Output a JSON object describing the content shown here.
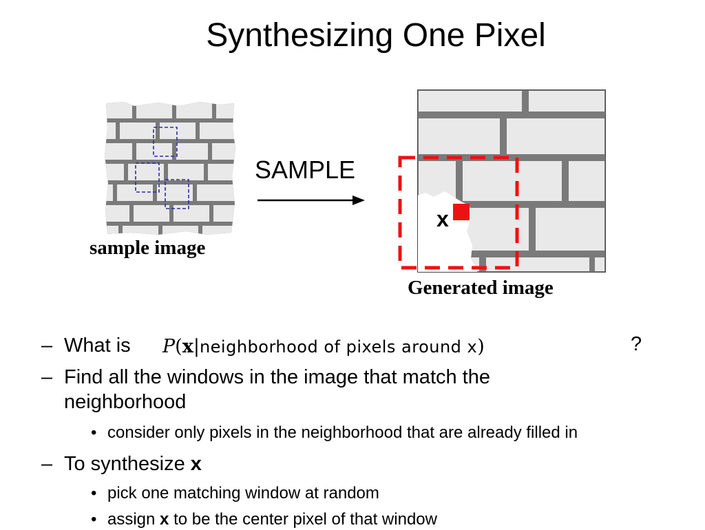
{
  "slide": {
    "title": "Synthesizing One Pixel",
    "sample_label": "SAMPLE",
    "sample_caption": "sample image",
    "generated_caption": "Generated image",
    "x_label": "x"
  },
  "bullets": {
    "b1_prefix": "What is",
    "b1_formula": {
      "p": "P",
      "open": "(",
      "x": "x",
      "bar": "|",
      "text": "neighborhood of pixels around x",
      "close": ")"
    },
    "b1_suffix": "?",
    "b2": "Find all the windows in the image that match the neighborhood",
    "b2_1": "consider only pixels in the neighborhood that are already filled in",
    "b3_prefix": "To synthesize ",
    "b3_bold": "x",
    "b3_1": "pick one matching window at random",
    "b3_2_prefix": "assign ",
    "b3_2_bold": "x",
    "b3_2_suffix": " to be the center pixel of that window"
  },
  "markers": {
    "dash": "–",
    "dot": "•"
  },
  "colors": {
    "mortar": "#7a7a7a",
    "brick": "#e9e9e9",
    "window_blue": "#2a2aa8",
    "window_red": "#ee1111"
  }
}
